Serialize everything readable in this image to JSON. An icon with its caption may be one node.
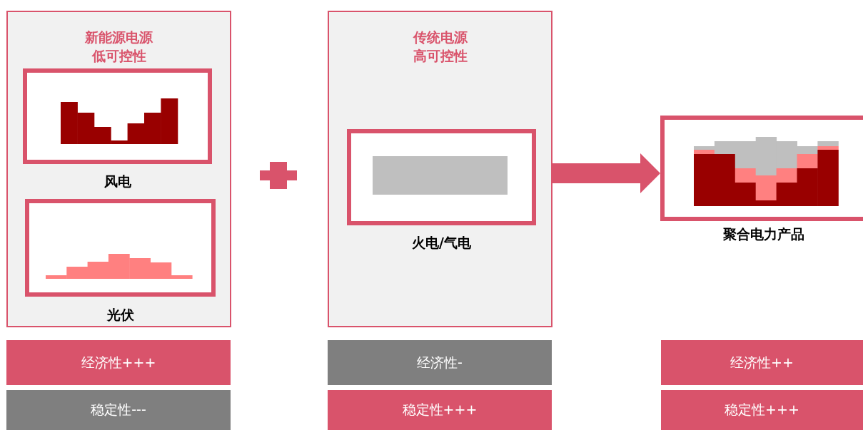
{
  "diagram": {
    "nodes": [
      {
        "text": [
          "新能源电源",
          "低可控性"
        ]
      },
      {
        "text": [
          "风电"
        ],
        "in": 0
      },
      {
        "text": [
          "光伏"
        ],
        "in": 0
      },
      {
        "text": [
          "传统电源",
          "高可控性"
        ]
      },
      {
        "text": [
          "火电/气电"
        ],
        "in": 3
      },
      {
        "text": [
          "聚合电力产品"
        ]
      },
      {
        "text": [
          "经济性+++"
        ]
      },
      {
        "text": [
          "稳定性---"
        ]
      },
      {
        "text": [
          "经济性-"
        ]
      },
      {
        "text": [
          "稳定性+++"
        ]
      },
      {
        "text": [
          "经济性++"
        ]
      },
      {
        "text": [
          "稳定性+++"
        ]
      }
    ],
    "edges": [
      {
        "from": 3,
        "to": 5,
        "arrow": "to",
        "style": "thick"
      }
    ]
  }
}
